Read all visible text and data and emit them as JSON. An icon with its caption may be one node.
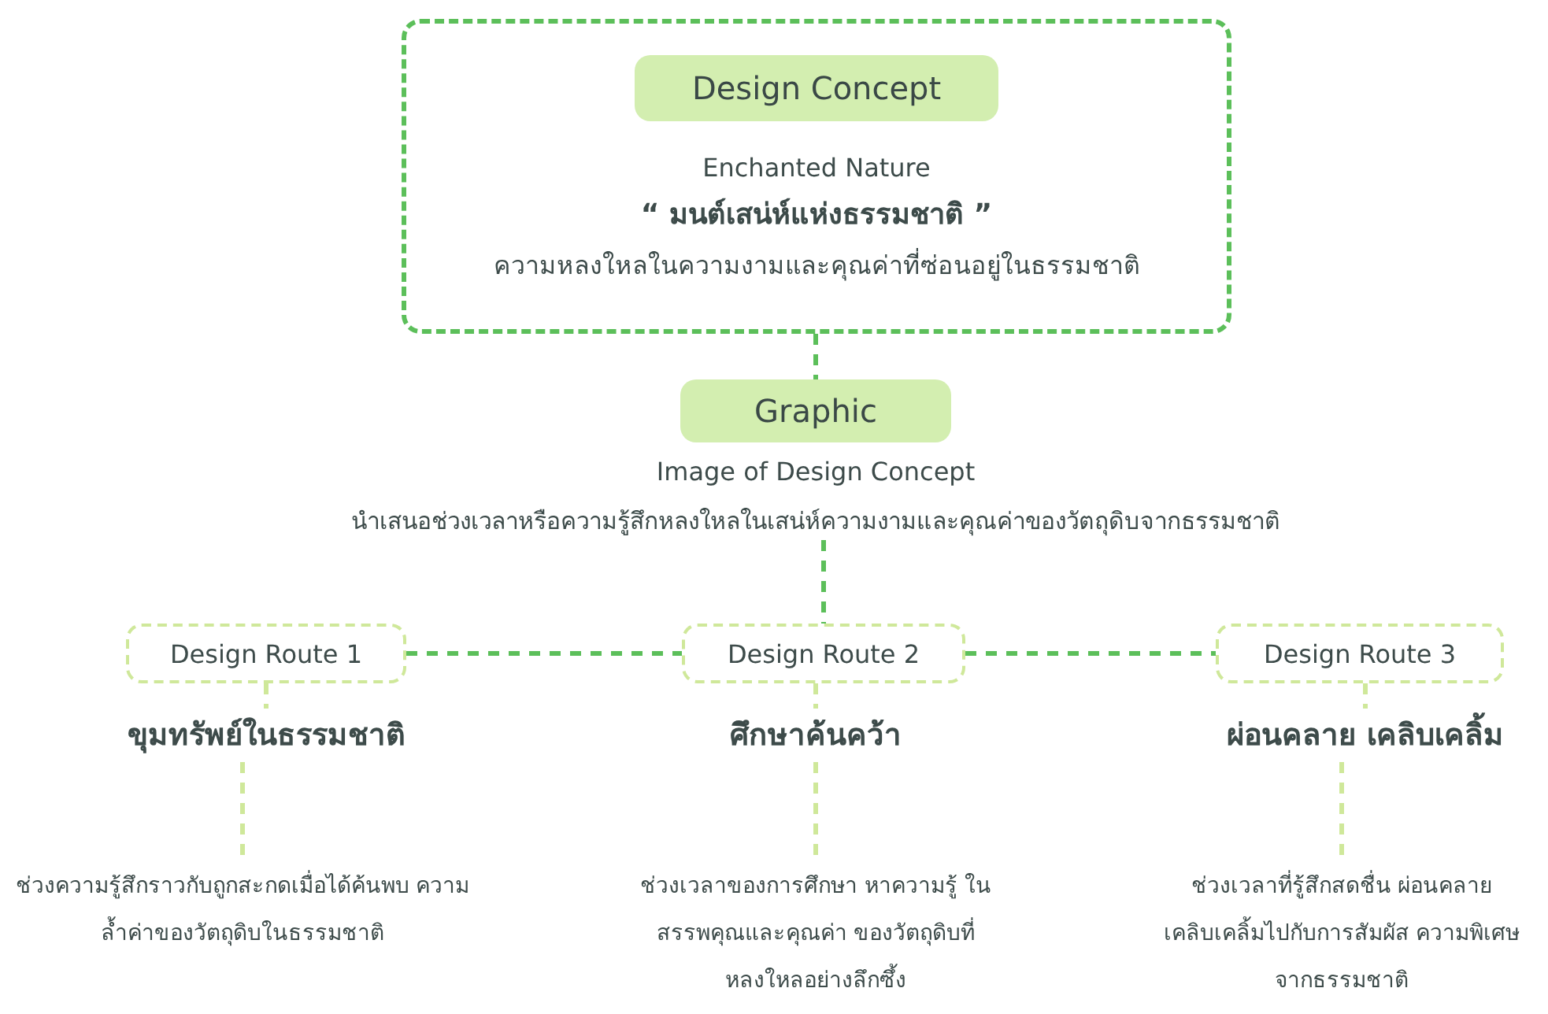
{
  "diagram": {
    "nodes": [
      {
        "text": [
          "Enchanted Nature",
          "“ มนต์เสน่ห์แห่งธรรมชาติ ”",
          "ความหลงใหลในความงามและคุณค่าที่ซ่อนอยู่ในธรรมชาติ"
        ]
      },
      {
        "text": [
          "Design Concept"
        ],
        "in": 0
      },
      {
        "text": [
          "Graphic"
        ],
        "beside": [
          "Image of Design Concept",
          "นำเสนอช่วงเวลาหรือความรู้สึกหลงใหลในเสน่ห์ความงามและคุณค่าของวัตถุดิบจากธรรมชาติ"
        ]
      },
      {
        "text": [
          "Design Route 1"
        ]
      },
      {
        "text": [
          "Design Route 2"
        ]
      },
      {
        "text": [
          "Design Route 3"
        ]
      },
      {
        "text": [
          "ขุมทรัพย์ในธรรมชาติ"
        ]
      },
      {
        "text": [
          "ศึกษาค้นคว้า"
        ]
      },
      {
        "text": [
          "ผ่อนคลาย เคลิบเคลิ้ม"
        ]
      },
      {
        "text": [
          "ช่วงความรู้สึกราวกับถูกสะกดเมื่อได้ค้นพบ ความล้ำค่าของวัตถุดิบในธรรมชาติ"
        ]
      },
      {
        "text": [
          "ช่วงเวลาของการศึกษา หาความรู้ ในสรรพคุณและคุณค่า ของวัตถุดิบที่หลงใหลอย่างลึกซึ้ง"
        ]
      },
      {
        "text": [
          "ช่วงเวลาที่รู้สึกสดชื่น ผ่อนคลาย เคลิบเคลิ้มไปกับการสัมผัส ความพิเศษจากธรรมชาติ"
        ]
      }
    ],
    "edges": [
      {
        "from": 0,
        "to": 2,
        "arrow": "none",
        "style": "dashed",
        "color": "#5cbf5a"
      },
      {
        "from": 2,
        "to": 4,
        "arrow": "none",
        "style": "dashed",
        "color": "#5cbf5a"
      },
      {
        "from": 3,
        "to": 4,
        "arrow": "none",
        "style": "dashed",
        "color": "#5cbf5a"
      },
      {
        "from": 4,
        "to": 5,
        "arrow": "none",
        "style": "dashed",
        "color": "#5cbf5a"
      },
      {
        "from": 3,
        "to": 6,
        "arrow": "none",
        "style": "dashed"
      },
      {
        "from": 4,
        "to": 7,
        "arrow": "none",
        "style": "dashed"
      },
      {
        "from": 5,
        "to": 8,
        "arrow": "none",
        "style": "dashed"
      },
      {
        "from": 6,
        "to": 9,
        "arrow": "none",
        "style": "dashed"
      },
      {
        "from": 7,
        "to": 10,
        "arrow": "none",
        "style": "dashed"
      },
      {
        "from": 8,
        "to": 11,
        "arrow": "none",
        "style": "dashed"
      }
    ]
  }
}
